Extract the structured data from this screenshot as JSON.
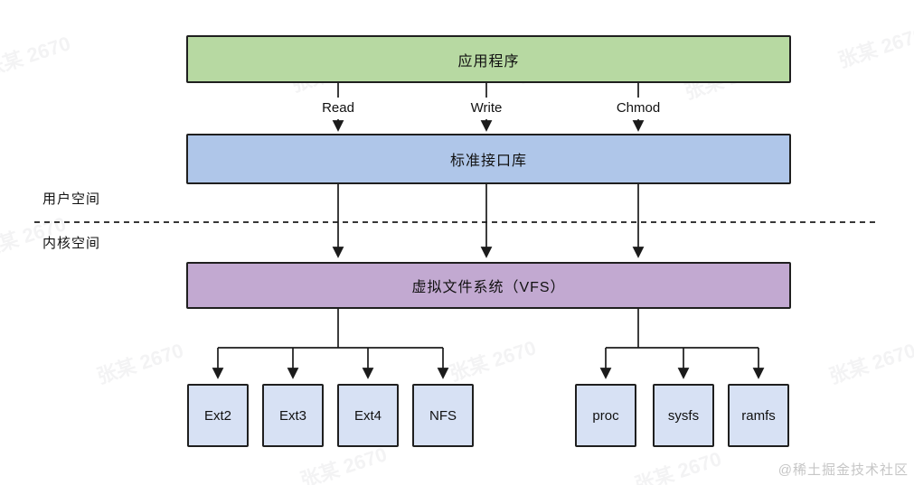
{
  "diagram": {
    "boxes": {
      "application": "应用程序",
      "standard_interface": "标准接口库",
      "vfs": "虚拟文件系统（VFS）"
    },
    "syscalls": {
      "read": "Read",
      "write": "Write",
      "chmod": "Chmod"
    },
    "spaces": {
      "user": "用户空间",
      "kernel": "内核空间"
    },
    "filesystems_left": [
      "Ext2",
      "Ext3",
      "Ext4",
      "NFS"
    ],
    "filesystems_right": [
      "proc",
      "sysfs",
      "ramfs"
    ],
    "colors": {
      "application_fill": "#b7d9a2",
      "interface_fill": "#afc6e9",
      "vfs_fill": "#c2a9d1",
      "filesystem_fill": "#d7e1f4",
      "border": "#1f1f1f",
      "line": "#1b1b1b"
    }
  },
  "watermark": {
    "text": "张某 2670",
    "credit": "@稀土掘金技术社区"
  }
}
